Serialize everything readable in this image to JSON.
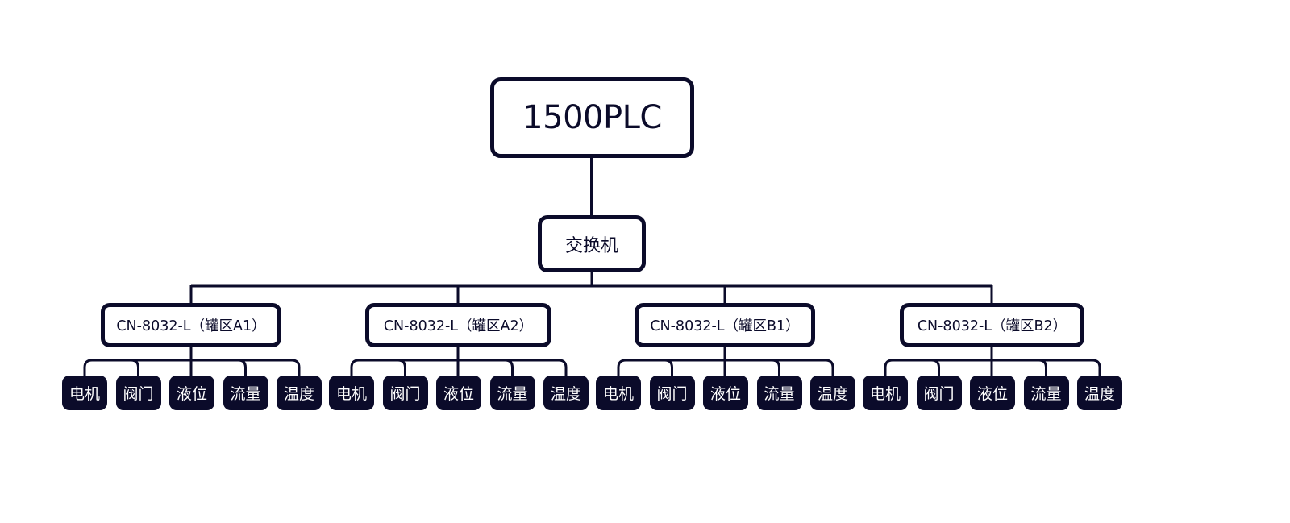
{
  "diagram": {
    "type": "network-topology-tree",
    "colors": {
      "stroke": "#0b0b2a",
      "leaf_fill": "#0b0b2a",
      "leaf_text": "#ffffff",
      "background": "#ffffff"
    },
    "root": {
      "label": "1500PLC"
    },
    "switch": {
      "label": "交换机"
    },
    "controllers": [
      {
        "label": "CN-8032-L（罐区A1）",
        "children": [
          "电机",
          "阀门",
          "液位",
          "流量",
          "温度"
        ]
      },
      {
        "label": "CN-8032-L（罐区A2）",
        "children": [
          "电机",
          "阀门",
          "液位",
          "流量",
          "温度"
        ]
      },
      {
        "label": "CN-8032-L（罐区B1）",
        "children": [
          "电机",
          "阀门",
          "液位",
          "流量",
          "温度"
        ]
      },
      {
        "label": "CN-8032-L（罐区B2）",
        "children": [
          "电机",
          "阀门",
          "液位",
          "流量",
          "温度"
        ]
      }
    ]
  }
}
